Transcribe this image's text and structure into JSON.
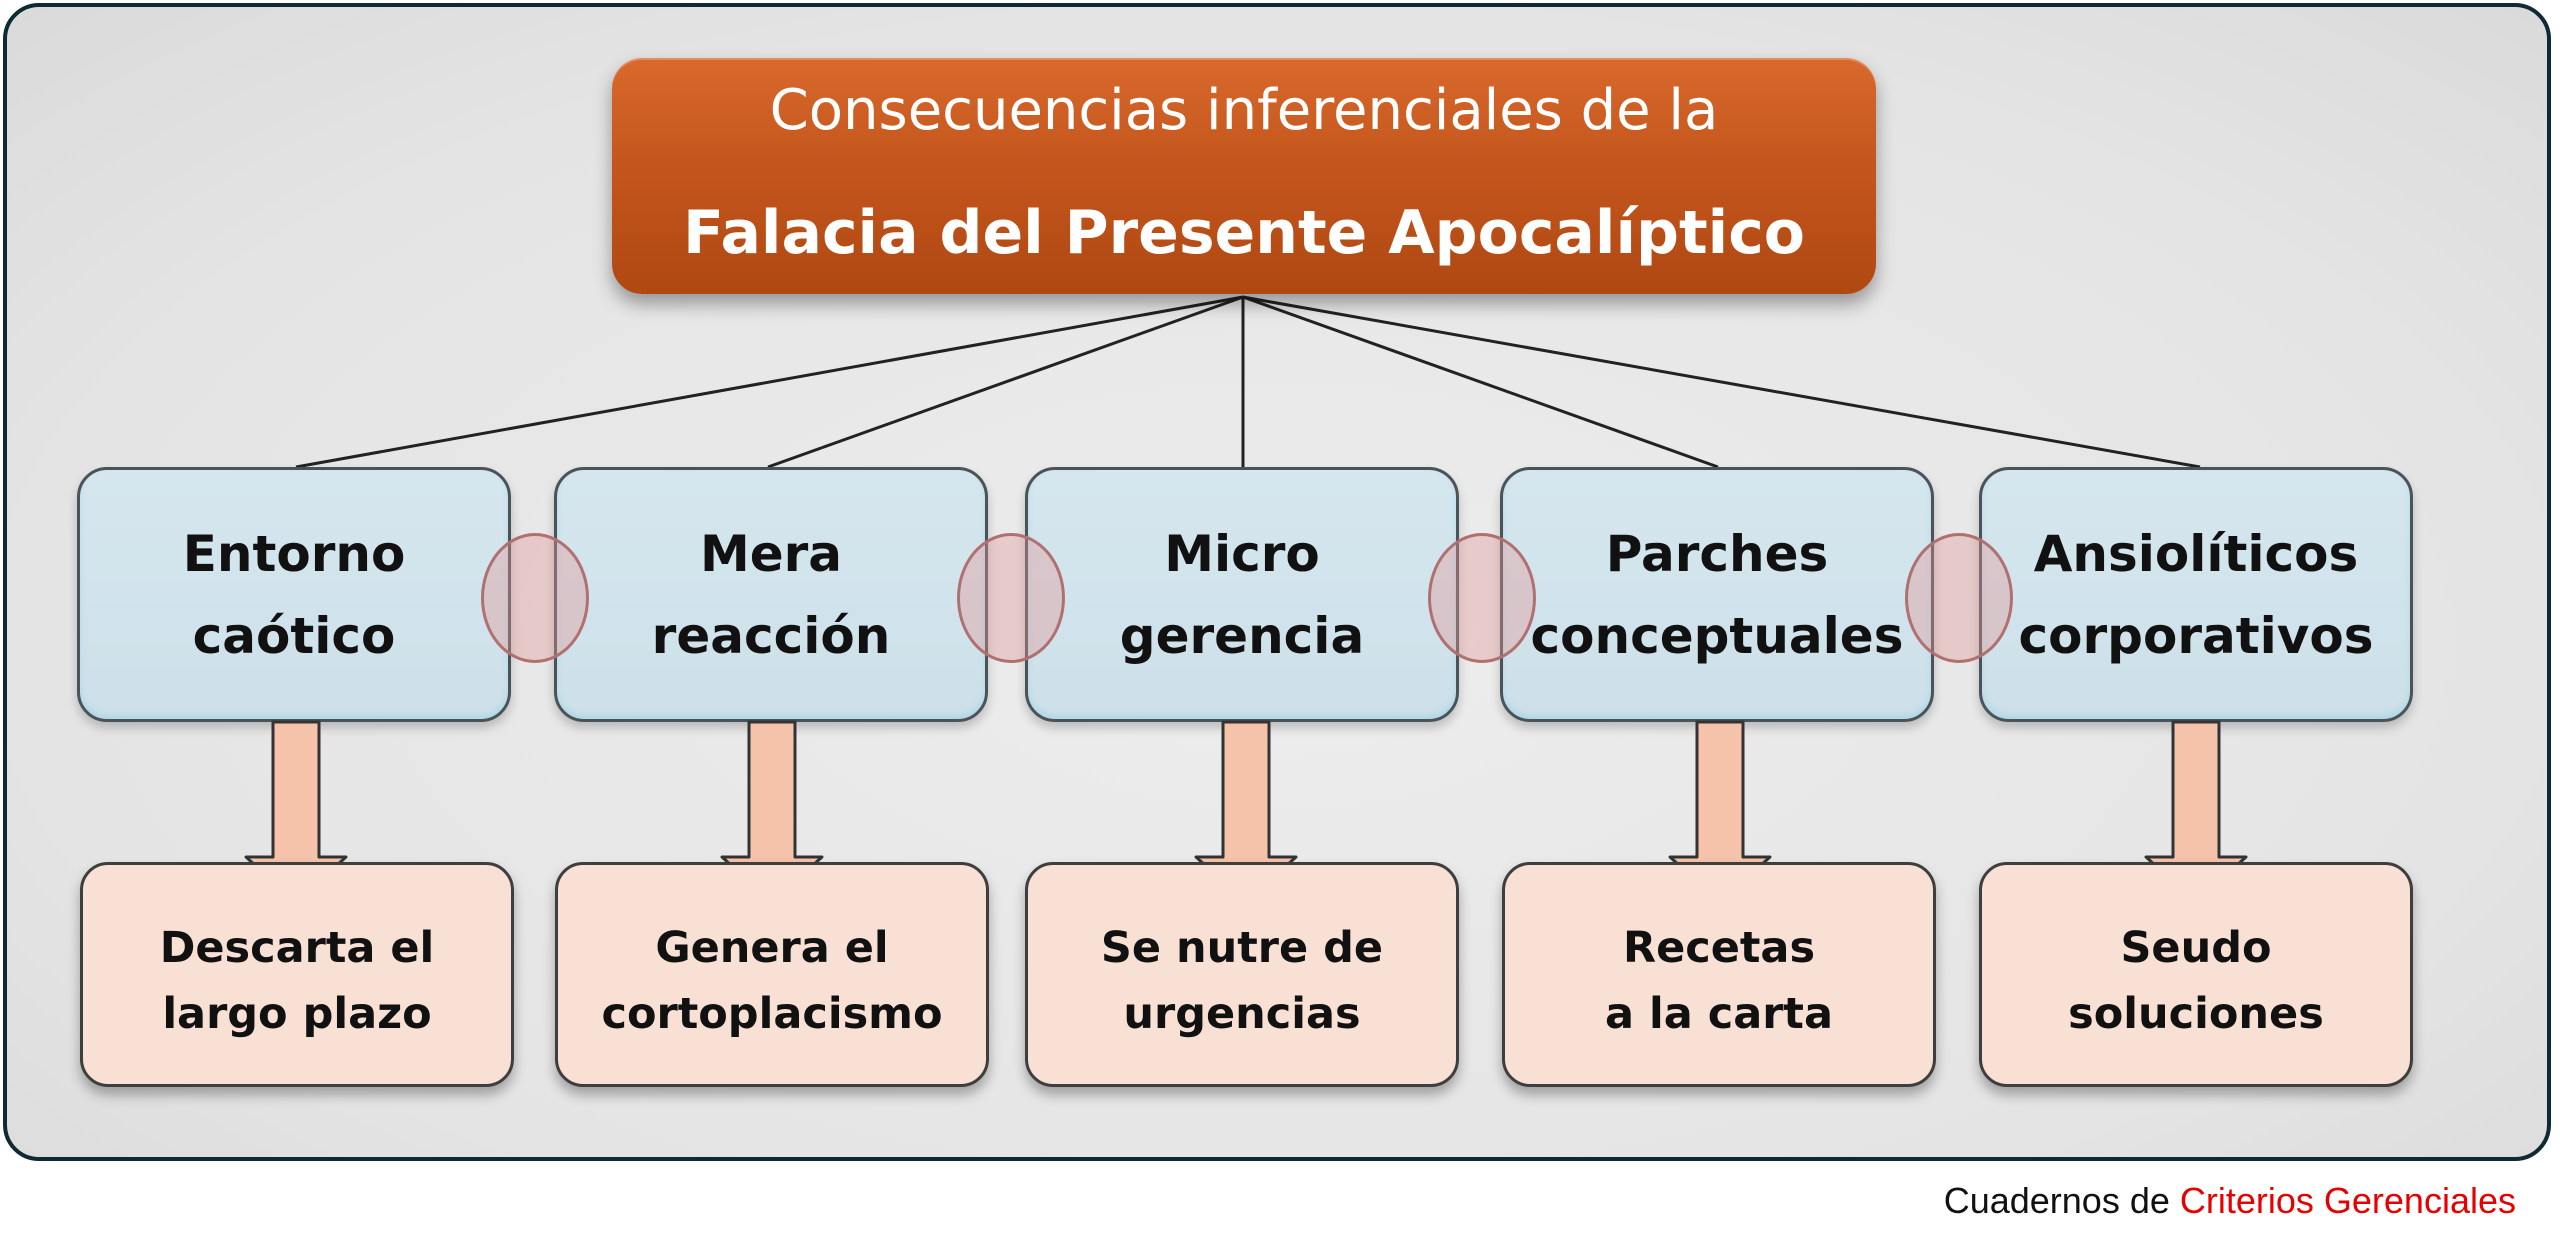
{
  "header": {
    "line1": "Consecuencias inferenciales de la",
    "line2": "Falacia del Presente Apocalíptico"
  },
  "concepts": [
    {
      "label": "Entorno\ncaótico",
      "result": "Descarta el\nlargo plazo"
    },
    {
      "label": "Mera\nreacción",
      "result": "Genera el\ncortoplacismo"
    },
    {
      "label": "Micro\ngerencia",
      "result": "Se nutre de\nurgencias"
    },
    {
      "label": "Parches\nconceptuales",
      "result": "Recetas\na la carta"
    },
    {
      "label": "Ansiolíticos\ncorporativos",
      "result": "Seudo\nsoluciones"
    }
  ],
  "credit": {
    "prefix": "Cuadernos de ",
    "accent": "Criterios Gerenciales"
  },
  "colors": {
    "title_bg": "#c4561d",
    "concept_bg": "#d2e3ec",
    "result_bg": "#f9e0d4",
    "arrow_fill": "#f4c3aa",
    "credit_accent": "#e60000"
  }
}
